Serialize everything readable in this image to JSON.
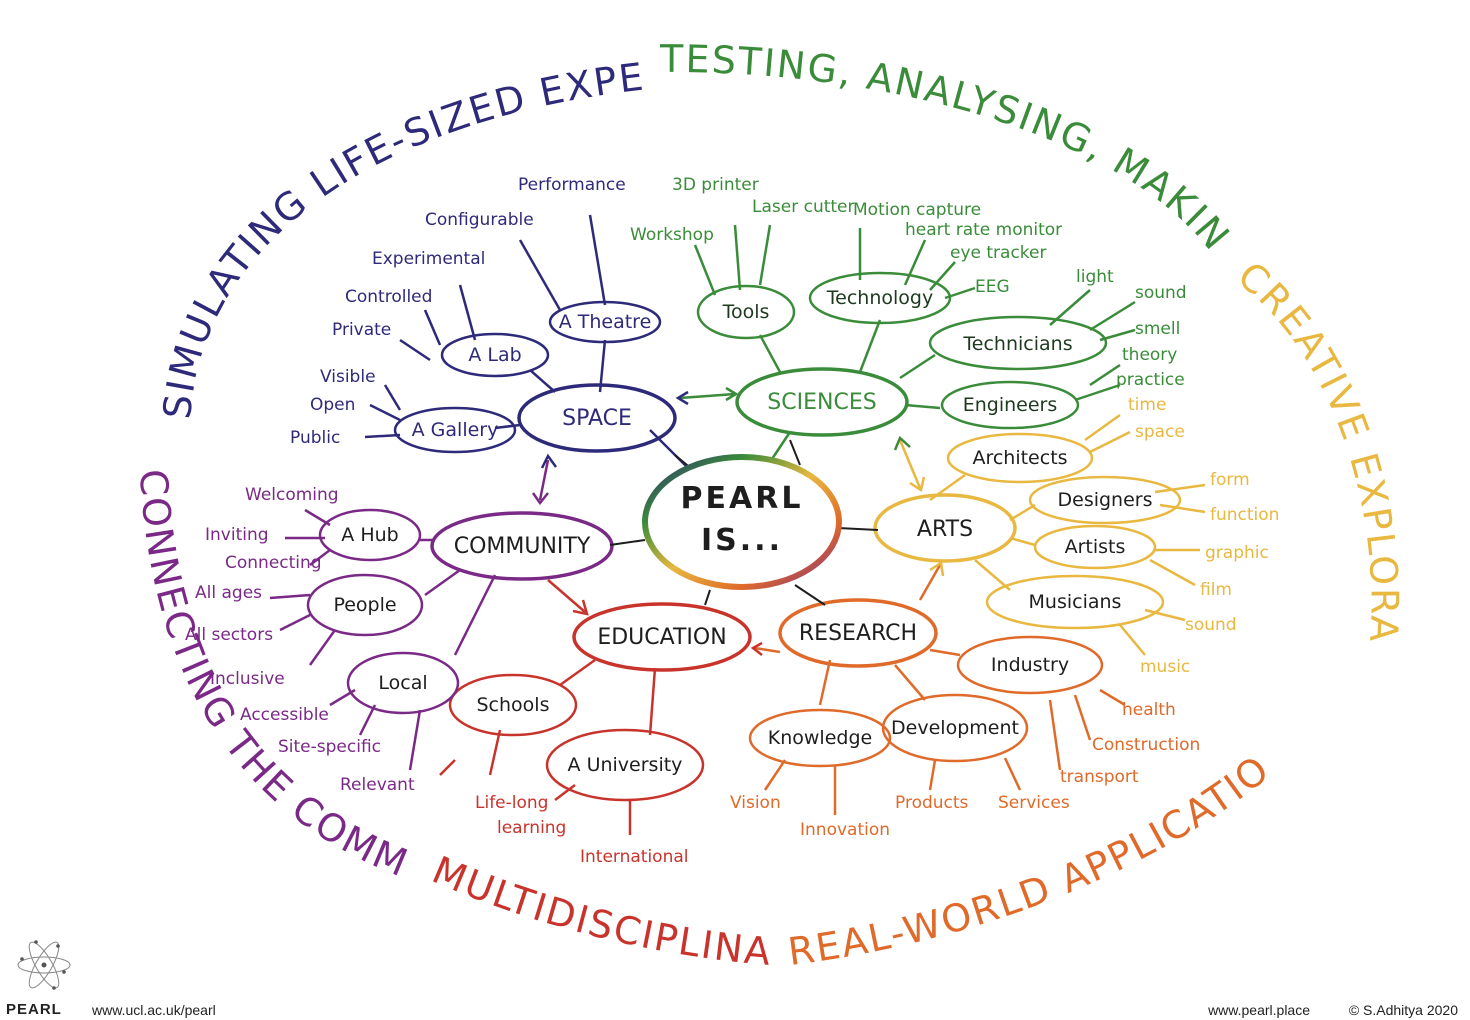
{
  "colors": {
    "space": "#2e2a7a",
    "sciences": "#3a8c3a",
    "arts": "#e8b840",
    "research": "#e06a2a",
    "education": "#c8342c",
    "community": "#7a2a86"
  },
  "center": {
    "line1": "PEARL",
    "line2": "IS..."
  },
  "arcs": {
    "simulating": "SIMULATING LIFE-SIZED EXPERIENCES",
    "testing": "TESTING, ANALYSING, MAKING",
    "creative": "CREATIVE EXPLORATION",
    "realworld": "REAL-WORLD APPLICATIONS",
    "multi": "MULTIDISCIPLINARY",
    "connecting": "CONNECTING THE COMMUNITY"
  },
  "hubs": {
    "space": "SPACE",
    "sciences": "SCIENCES",
    "arts": "ARTS",
    "research": "RESEARCH",
    "education": "EDUCATION",
    "community": "COMMUNITY"
  },
  "space": {
    "gallery": "A Gallery",
    "lab": "A Lab",
    "theatre": "A Theatre",
    "leaves": [
      "Visible",
      "Open",
      "Public",
      "Private",
      "Controlled",
      "Experimental",
      "Configurable",
      "Performance"
    ]
  },
  "sciences": {
    "tools": "Tools",
    "technology": "Technology",
    "technicians": "Technicians",
    "engineers": "Engineers",
    "leaves": [
      "3D printer",
      "Workshop",
      "Laser cutter",
      "Motion capture",
      "heart rate monitor",
      "eye tracker",
      "EEG",
      "light",
      "sound",
      "smell",
      "theory",
      "practice"
    ]
  },
  "arts": {
    "architects": "Architects",
    "designers": "Designers",
    "artists": "Artists",
    "musicians": "Musicians",
    "leaves": [
      "time",
      "space",
      "form",
      "function",
      "graphic",
      "film",
      "sound",
      "music"
    ]
  },
  "research": {
    "industry": "Industry",
    "knowledge": "Knowledge",
    "development": "Development",
    "leaves": [
      "health",
      "Construction",
      "transport",
      "Vision",
      "Innovation",
      "Products",
      "Services"
    ]
  },
  "education": {
    "schools": "Schools",
    "university": "A University",
    "leaves": [
      "Life-long",
      "learning",
      "International"
    ]
  },
  "community": {
    "hub": "A Hub",
    "people": "People",
    "local": "Local",
    "leaves": [
      "Welcoming",
      "Inviting",
      "Connecting",
      "All ages",
      "All sectors",
      "Inclusive",
      "Accessible",
      "Site-specific",
      "Relevant"
    ]
  },
  "footer": {
    "brand": "PEARL",
    "site_left": "www.ucl.ac.uk/pearl",
    "site_right": "www.pearl.place",
    "copyright": "© S.Adhitya 2020"
  }
}
